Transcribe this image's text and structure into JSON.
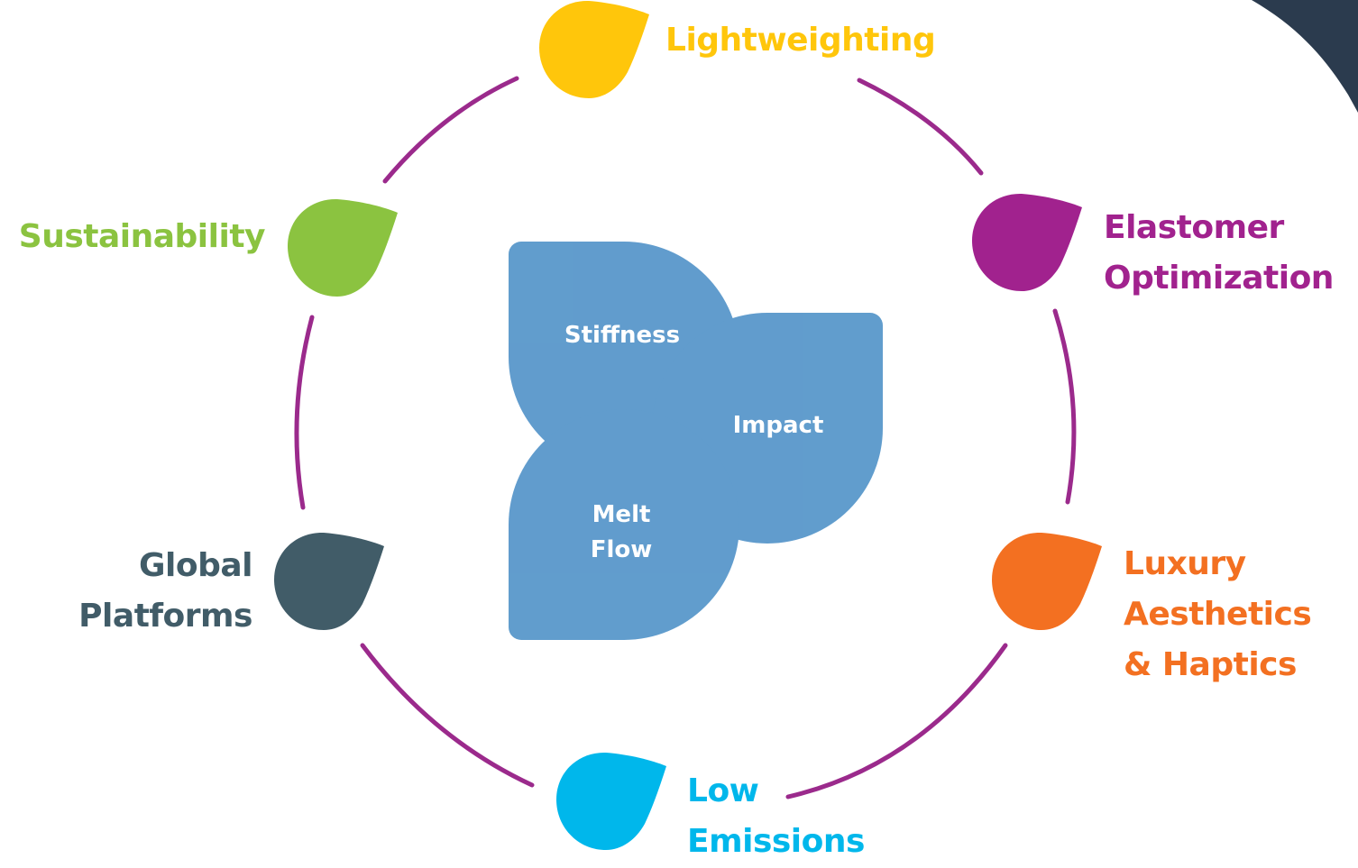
{
  "colors": {
    "ring": "#9B2A8C",
    "lightweighting": "#FFC60B",
    "elastomer": "#A1228E",
    "luxury": "#F37021",
    "low_emissions": "#00B7EB",
    "global_platforms": "#415C68",
    "sustainability": "#8BC340",
    "properties_fill": "#4A8EC6",
    "photo_edge": "#2B3B4E"
  },
  "icons": [
    "lightweighting-drop-icon",
    "elastomer-drop-icon",
    "luxury-drop-icon",
    "low-emissions-drop-icon",
    "global-platforms-drop-icon",
    "sustainability-drop-icon"
  ],
  "labels": {
    "lightweighting": "Lightweighting",
    "elastomer": [
      "Elastomer",
      "Optimization"
    ],
    "luxury": [
      "Luxury",
      "Aesthetics",
      "& Haptics"
    ],
    "low_emissions": [
      "Low",
      "Emissions"
    ],
    "global_platforms": [
      "Global",
      "Platforms"
    ],
    "sustainability": "Sustainability"
  },
  "properties": {
    "stiffness": "Stiffness",
    "impact": "Impact",
    "melt_flow": [
      "Melt",
      "Flow"
    ]
  }
}
